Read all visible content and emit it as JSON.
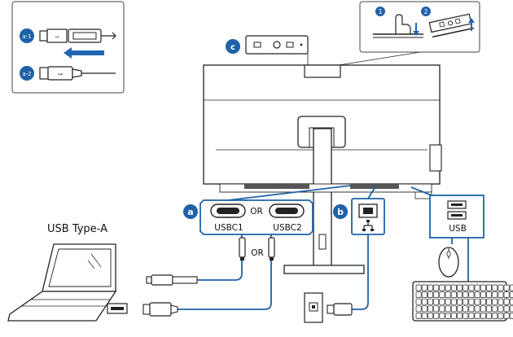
{
  "labels": {
    "usbc1": "USBC1",
    "usbc2": "USBC2",
    "or_ports": "OR",
    "or_cables": "OR",
    "usb": "USB",
    "usb_type_a": "USB Type-A"
  },
  "badges": {
    "a": "a",
    "b": "b",
    "c": "c",
    "a1": "a-1",
    "a2": "a-2",
    "step1": "1",
    "step2": "2"
  },
  "colors": {
    "accent_blue": "#1f62a8",
    "line_dark": "#222222",
    "arrow_blue": "#2166b3"
  },
  "icons": [
    "laptop-icon",
    "usb-c-plug-icon",
    "usb-a-plug-icon",
    "ethernet-icon",
    "mouse-icon",
    "keyboard-icon",
    "wall-jack-icon",
    "webcam-icon",
    "hand-icon"
  ]
}
